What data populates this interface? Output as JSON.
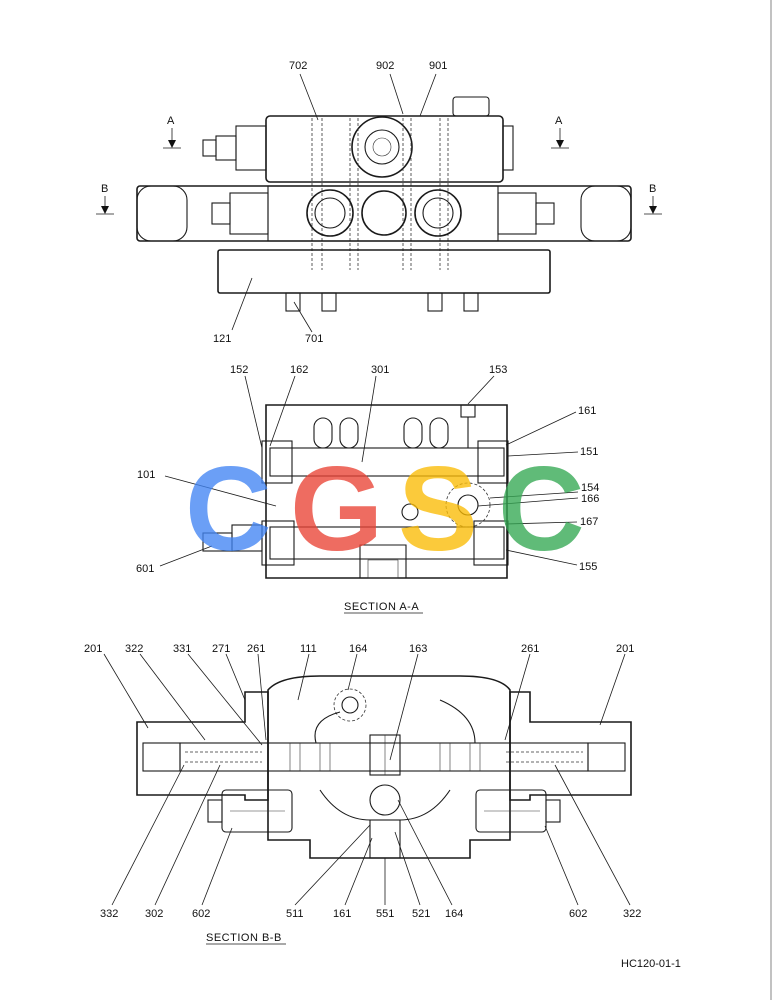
{
  "top_view": {
    "labels": {
      "l702": "702",
      "l902": "902",
      "l901": "901",
      "lA_left": "A",
      "lA_right": "A",
      "lB_left": "B",
      "lB_right": "B",
      "l121": "121",
      "l701": "701"
    }
  },
  "section_aa": {
    "title": "SECTION  A-A",
    "labels": {
      "l152": "152",
      "l162": "162",
      "l301": "301",
      "l153": "153",
      "l161": "161",
      "l151": "151",
      "l101": "101",
      "l154": "154",
      "l166": "166",
      "l167": "167",
      "l601": "601",
      "l155": "155"
    }
  },
  "section_bb": {
    "title": "SECTION  B-B",
    "labels": {
      "l201a": "201",
      "l322a": "322",
      "l331": "331",
      "l271": "271",
      "l261a": "261",
      "l111": "111",
      "l164a": "164",
      "l163": "163",
      "l261b": "261",
      "l201b": "201",
      "l332": "332",
      "l302": "302",
      "l602a": "602",
      "l511": "511",
      "l161b": "161",
      "l551": "551",
      "l521": "521",
      "l164b": "164",
      "l602b": "602",
      "l322b": "322"
    }
  },
  "watermark": {
    "letters": [
      "C",
      "G",
      "S",
      "C"
    ],
    "colors": [
      "#4285F4",
      "#EA4335",
      "#FBBC05",
      "#34A853"
    ]
  },
  "drawing_number": "HC120-01-1"
}
